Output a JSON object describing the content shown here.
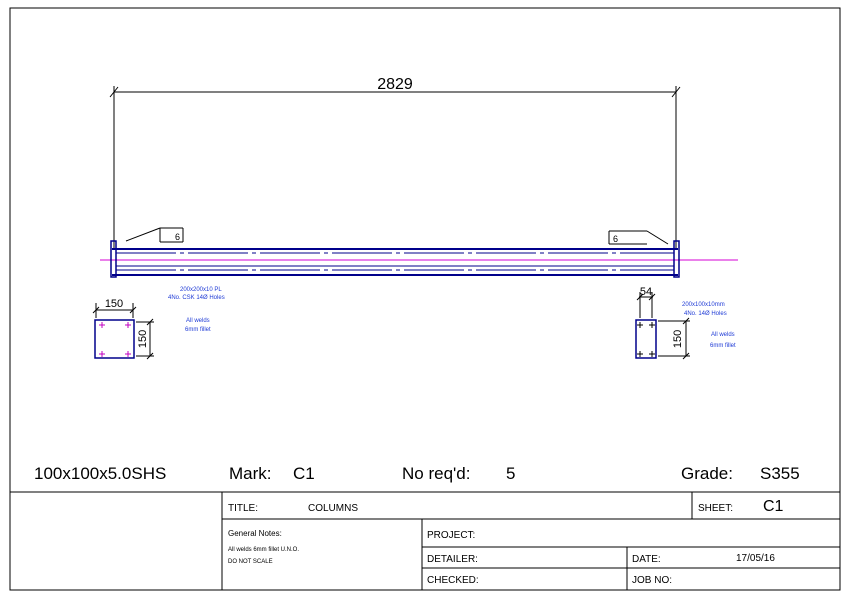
{
  "drawing": {
    "overall_length": "2829",
    "weld_symbol_left": "6",
    "weld_symbol_right": "6",
    "left_plate": {
      "width_dim": "150",
      "height_dim": "150",
      "note_line1": "200x200x10 PL",
      "note_line2": "4No. CSK 14Ø Holes",
      "weld_line1": "All welds",
      "weld_line2": "6mm fillet"
    },
    "right_plate": {
      "width_dim": "54",
      "height_dim": "150",
      "note_line1": "200x100x10mm",
      "note_line2": "4No. 14Ø Holes",
      "weld_line1": "All welds",
      "weld_line2": "6mm fillet"
    }
  },
  "member": {
    "section": "100x100x5.0SHS",
    "mark_label": "Mark:",
    "mark_value": "C1",
    "qty_label": "No req'd:",
    "qty_value": "5",
    "grade_label": "Grade:",
    "grade_value": "S355"
  },
  "title_block": {
    "title_label": "TITLE:",
    "title_value": "COLUMNS",
    "sheet_label": "SHEET:",
    "sheet_value": "C1",
    "notes_heading": "General Notes:",
    "notes_line1": "All welds 6mm fillet U.N.O.",
    "notes_line2": "DO NOT SCALE",
    "project_label": "PROJECT:",
    "project_value": "",
    "detailer_label": "DETAILER:",
    "detailer_value": "",
    "date_label": "DATE:",
    "date_value": "17/05/16",
    "checked_label": "CHECKED:",
    "checked_value": "",
    "jobno_label": "JOB NO:",
    "jobno_value": ""
  },
  "colors": {
    "member_line": "#00008b",
    "centerline": "#d400d4",
    "annotation_text": "#1f3bd6",
    "bolt_marks": "#c000c0",
    "frame": "#000000"
  }
}
